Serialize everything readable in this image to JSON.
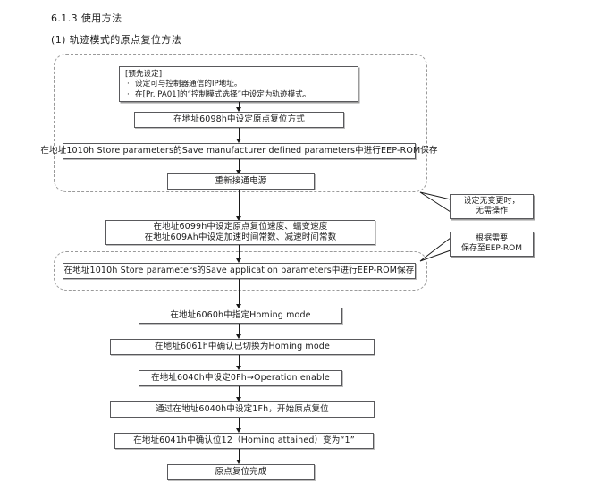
{
  "document": {
    "section_number_title": "6.1.3 使用方法",
    "subsection_title": "(1) 轨迹模式的原点复位方法"
  },
  "preset_note": {
    "title": "[预先设定]",
    "items": [
      "设定可与控制器通信的IP地址。",
      "在[Pr. PA01]的“控制模式选择”中设定为轨迹模式。"
    ]
  },
  "flow": {
    "nodes": [
      {
        "id": "set-homing-method",
        "text": "在地址6098h中设定原点复位方式"
      },
      {
        "id": "save-manufacturer-params",
        "text": "在地址1010h Store parameters的Save manufacturer defined parameters中进行EEP-ROM保存"
      },
      {
        "id": "power-cycle",
        "text": "重新接通电源"
      },
      {
        "id": "set-speeds",
        "line1": "在地址6099h中设定原点复位速度、蠕变速度",
        "line2": "在地址609Ah中设定加速时间常数、减速时间常数"
      },
      {
        "id": "save-application-params",
        "text": "在地址1010h Store parameters的Save application parameters中进行EEP-ROM保存"
      },
      {
        "id": "specify-homing-mode",
        "text": "在地址6060h中指定Homing mode"
      },
      {
        "id": "confirm-homing-mode",
        "text": "在地址6061h中确认已切换为Homing mode"
      },
      {
        "id": "set-operation-enable",
        "text": "在地址6040h中设定0Fh→Operation enable"
      },
      {
        "id": "start-homing",
        "text": "通过在地址6040h中设定1Fh，开始原点复位"
      },
      {
        "id": "confirm-homing-attained",
        "text": "在地址6041h中确认位12（Homing attained）变为“1”"
      },
      {
        "id": "homing-complete",
        "text": "原点复位完成"
      }
    ]
  },
  "callouts": [
    {
      "id": "no-change-note",
      "line1": "设定无变更时，",
      "line2": "无需操作"
    },
    {
      "id": "save-as-needed-note",
      "line1": "根据需要",
      "line2": "保存至EEP-ROM"
    }
  ],
  "colors": {
    "border": "#59595c",
    "dashed": "#9a9a9a",
    "text": "#1a1a1a",
    "background": "#ffffff"
  }
}
